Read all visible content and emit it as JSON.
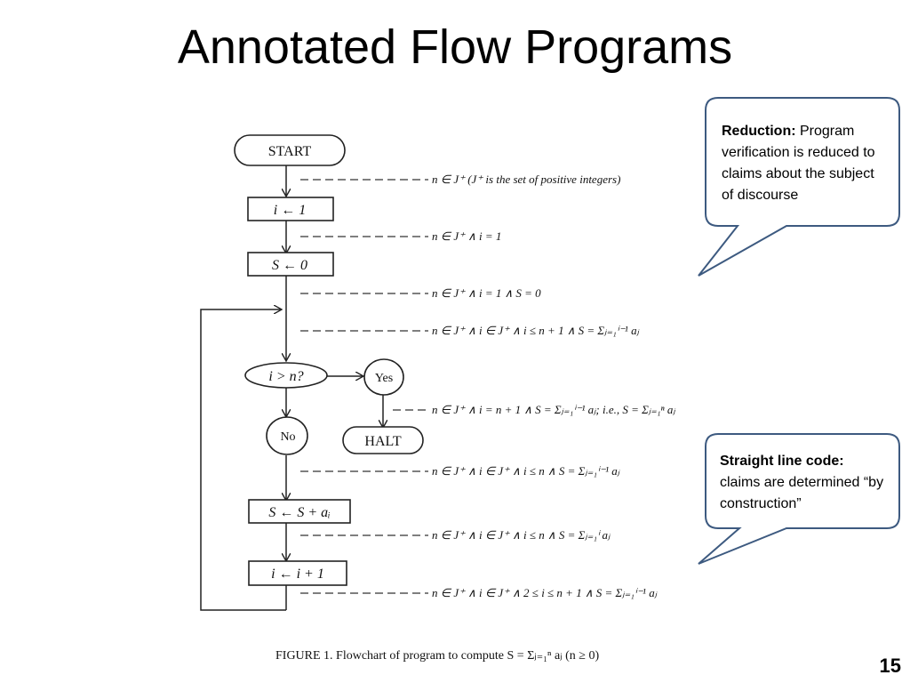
{
  "slide": {
    "title": "Annotated Flow Programs",
    "page_number": "15"
  },
  "callouts": [
    {
      "bold": "Reduction:",
      "text": "Program verification is reduced to claims about the subject of discourse"
    },
    {
      "bold": "Straight line code:",
      "text": "claims are determined “by construction”"
    }
  ],
  "flowchart": {
    "nodes": {
      "start": "START",
      "init_i": "i ← 1",
      "init_s": "S ← 0",
      "test": "i > n?",
      "yes": "Yes",
      "no": "No",
      "halt": "HALT",
      "accumulate": "S ← S + aᵢ",
      "increment": "i ← i + 1"
    },
    "assertions": [
      "n ∈ J⁺  (J⁺ is the set of positive integers)",
      "n ∈ J⁺ ∧ i = 1",
      "n ∈ J⁺ ∧ i = 1 ∧ S = 0",
      "n ∈ J⁺ ∧ i ∈ J⁺ ∧ i ≤ n + 1 ∧ S = Σⱼ₌₁ⁱ⁻¹ aⱼ",
      "n ∈ J⁺ ∧ i = n + 1 ∧ S = Σⱼ₌₁ⁱ⁻¹ aⱼ;  i.e., S = Σⱼ₌₁ⁿ aⱼ",
      "n ∈ J⁺ ∧ i ∈ J⁺ ∧ i ≤ n ∧ S = Σⱼ₌₁ⁱ⁻¹ aⱼ",
      "n ∈ J⁺ ∧ i ∈ J⁺ ∧ i ≤ n ∧ S = Σⱼ₌₁ⁱ aⱼ",
      "n ∈ J⁺ ∧ i ∈ J⁺ ∧ 2 ≤ i ≤ n + 1 ∧ S = Σⱼ₌₁ⁱ⁻¹ aⱼ"
    ],
    "caption": "FIGURE 1. Flowchart of program to compute S = Σⱼ₌₁ⁿ aⱼ (n ≥ 0)"
  }
}
